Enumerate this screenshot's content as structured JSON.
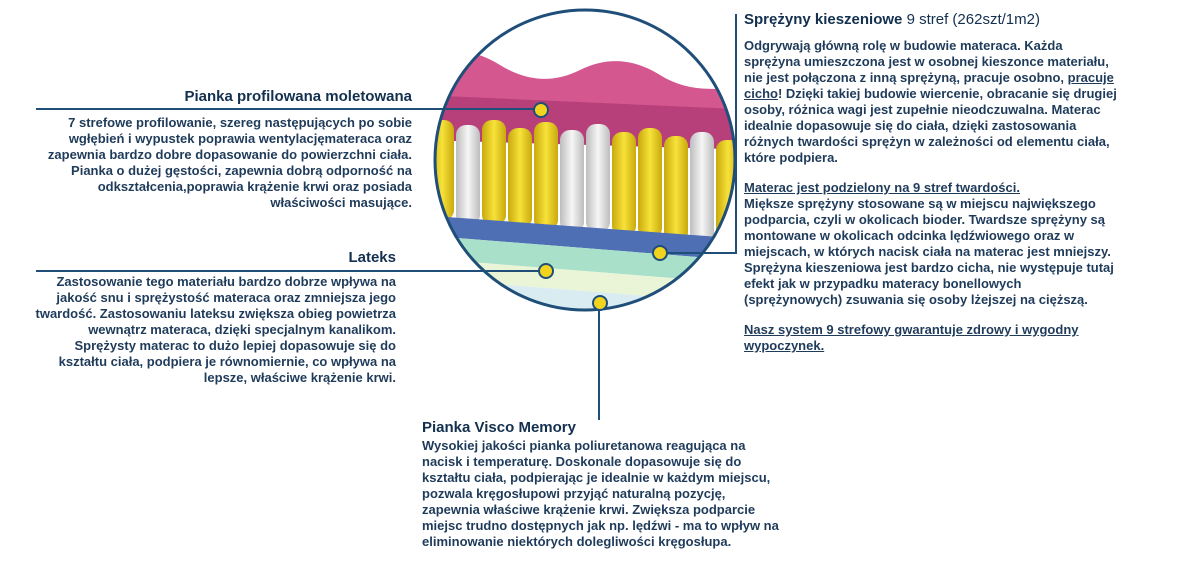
{
  "pianka_profilowana": {
    "title": "Pianka profilowana moletowana",
    "lines": [
      "7 strefowe profilowanie, szereg następujących po sobie",
      "wgłębień i wypustek poprawia wentylacjęmateraca oraz",
      "zapewnia bardzo dobre dopasowanie do powierzchni ciała.",
      "Pianka o dużej gęstości, zapewnia dobrą odporność na",
      "odkształcenia,poprawia krążenie krwi oraz posiada",
      "właściwości masujące."
    ]
  },
  "lateks": {
    "title": "Lateks",
    "lines": [
      "Zastosowanie tego materiału bardzo dobrze wpływa na",
      "jakość snu i sprężystość materaca oraz zmniejsza jego",
      "twardość. Zastosowaniu lateksu zwiększa obieg powietrza",
      "wewnątrz materaca, dzięki specjalnym kanalikom.",
      "Sprężysty materac to dużo lepiej dopasowuje się do",
      "kształtu ciała, podpiera je równomiernie, co wpływa na",
      "lepsze, właściwe krążenie krwi."
    ]
  },
  "visco": {
    "title": "Pianka Visco Memory",
    "lines": [
      "Wysokiej jakości pianka poliuretanowa reagująca na",
      "nacisk i temperaturę. Doskonale dopasowuje się do",
      "kształtu ciała, podpierając je idealnie w każdym miejscu,",
      "pozwala kręgosłupowi przyjąć naturalną pozycję,",
      "zapewnia właściwe krążenie krwi. Zwiększa podparcie",
      "miejsc trudno dostępnych jak np. lędźwi - ma to wpływ na",
      "eliminowanie niektórych dolegliwości kręgosłupa."
    ]
  },
  "sprezyny": {
    "title_bold": "Sprężyny kieszeniowe",
    "title_rest": " 9 stref (262szt/1m2)",
    "para1_lines": [
      "Odgrywają główną rolę w budowie materaca. Każda",
      "sprężyna umieszczona jest w osobnej kieszonce materiału,",
      "nie jest połączona z inną sprężyną, pracuje osobno, "
    ],
    "para1_underlined_a": "pracuje",
    "para1_underlined_b": "cicho",
    "para1_after_underline": "! Dzięki takiej budowie wiercenie, obracanie się drugiej",
    "para1_rest_lines": [
      "osoby, różnica wagi jest zupełnie nieodczuwalna. Materac",
      "idealnie dopasowuje się do ciała, dzięki zastosowania",
      "różnych twardości sprężyn w zależności od elementu ciała,",
      "które podpiera."
    ],
    "para2_heading": "Materac jest podzielony na 9 stref twardości.",
    "para2_lines": [
      "Miększe sprężyny stosowane są w miejscu największego",
      "podparcia, czyli w okolicach bioder. Twardsze sprężyny są",
      "montowane w okolicach odcinka lędźwiowego oraz w",
      "miejscach, w których nacisk ciała na materac jest mniejszy.",
      "Sprężyna kieszeniowa jest bardzo cicha, nie występuje tutaj",
      "efekt jak w przypadku materacy bonellowych",
      "(sprężynowych) zsuwania się osoby lżejszej na cięższą."
    ],
    "para3_lines": [
      "Nasz system 9 strefowy gwarantuje zdrowy i wygodny",
      "wypoczynek."
    ]
  },
  "colors": {
    "navy": "#1f4e79",
    "foam_pink": "#d4588f",
    "spring_yellow": "#f2d41e",
    "spring_white": "#e8e8e8",
    "base_blue": "#4f6fb5",
    "latex_mint": "#a9e0c9"
  }
}
